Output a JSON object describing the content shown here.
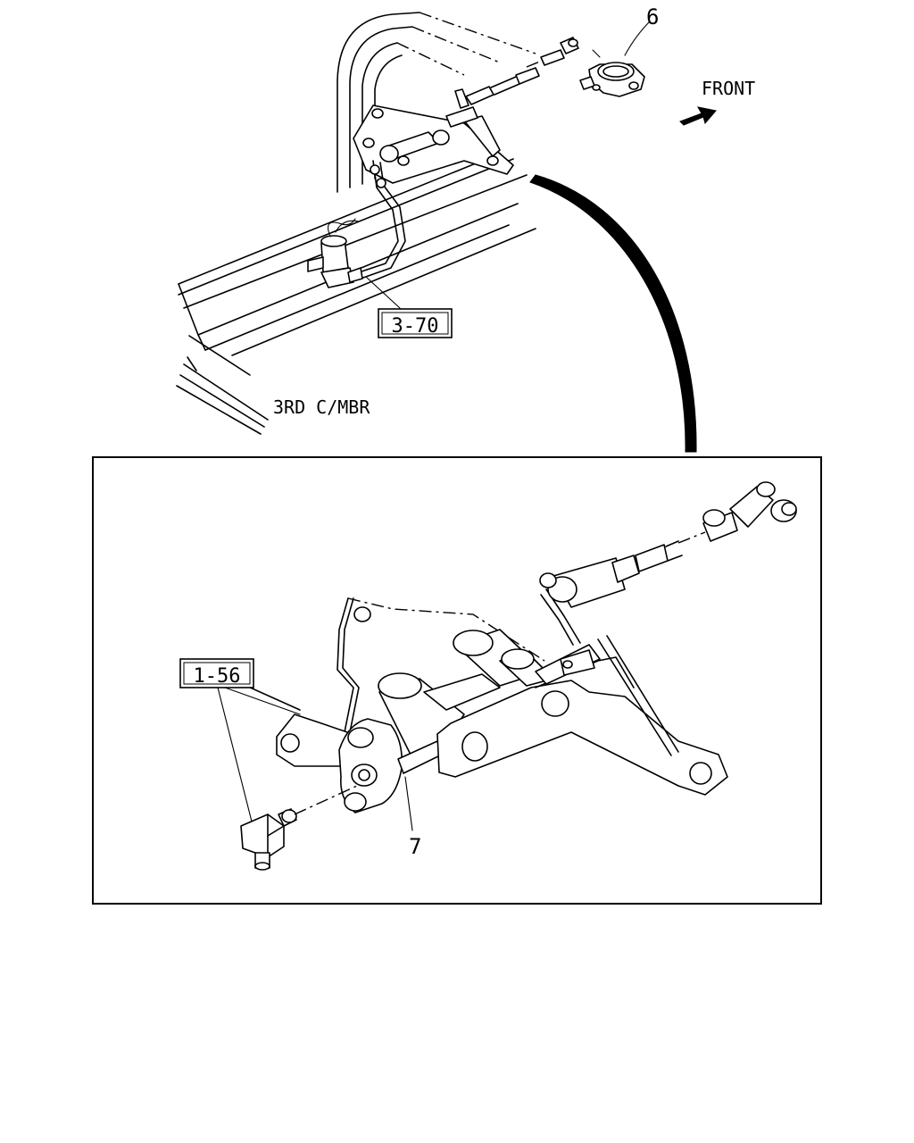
{
  "labels": {
    "ref_3_70": "3-70",
    "ref_1_56": "1-56",
    "part_6": "6",
    "part_7": "7",
    "front": "FRONT",
    "member": "3RD C/MBR"
  },
  "colors": {
    "ink": "#000000",
    "paper": "#ffffff"
  },
  "icons": {
    "front_direction": "arrow-icon"
  }
}
